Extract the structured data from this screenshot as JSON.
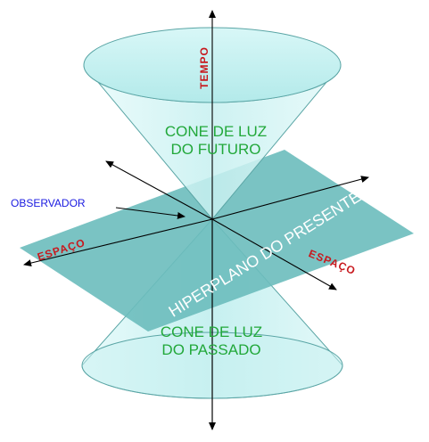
{
  "labels": {
    "tempo": "TEMPO",
    "future_cone_line1": "CONE DE LUZ",
    "future_cone_line2": "DO FUTURO",
    "past_cone_line1": "CONE DE LUZ",
    "past_cone_line2": "DO PASSADO",
    "observer": "OBSERVADOR",
    "space_left": "ESPAÇO",
    "space_right": "ESPAÇO",
    "hyperplane": "HIPERPLANO DO PRESENTE"
  },
  "colors": {
    "cone_fill": "#cdf3f3",
    "cone_edge": "#5aa5a5",
    "plane_fill": "#6cbcbc",
    "text_green": "#22a83a",
    "text_red": "#c8191e",
    "text_blue": "#1a1ae0",
    "axis": "#000000"
  }
}
